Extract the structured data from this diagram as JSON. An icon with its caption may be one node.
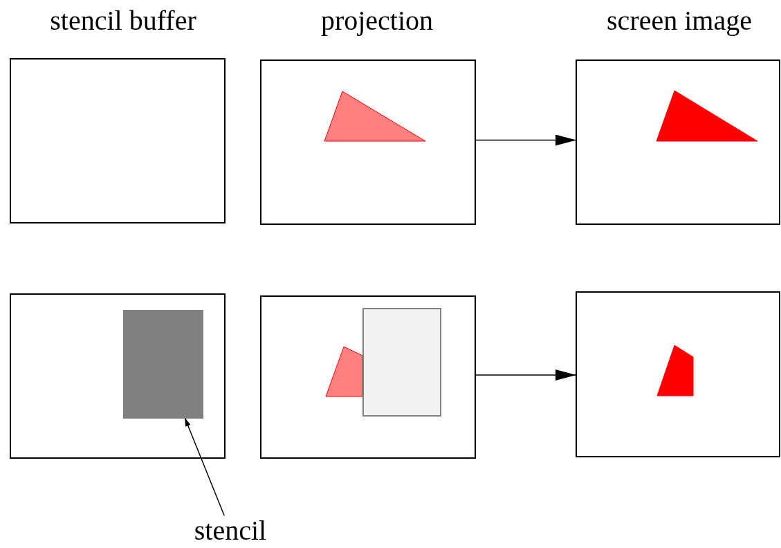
{
  "diagram": {
    "nodes": [
      {
        "text": [],
        "shape": "box"
      },
      {
        "text": [],
        "shape": "box"
      },
      {
        "text": [],
        "shape": "triangle",
        "in": 1
      },
      {
        "text": [],
        "shape": "box"
      },
      {
        "text": [],
        "shape": "triangle",
        "in": 3
      },
      {
        "text": [],
        "shape": "box"
      },
      {
        "text": [],
        "shape": "box",
        "in": 5
      },
      {
        "text": [],
        "shape": "box"
      },
      {
        "text": [],
        "shape": "triangle",
        "in": 7
      },
      {
        "text": [],
        "shape": "box",
        "in": 7
      },
      {
        "text": [],
        "shape": "box"
      },
      {
        "text": [],
        "shape": "polygon",
        "in": 10
      },
      {
        "text": [
          "stencil"
        ]
      }
    ],
    "edges": [
      {
        "from": 1,
        "to": 3,
        "arrow": "to"
      },
      {
        "from": 7,
        "to": 10,
        "arrow": "to"
      },
      {
        "from": 12,
        "to": 6,
        "arrow": "to"
      }
    ],
    "labels": [
      "stencil buffer",
      "projection",
      "screen image"
    ]
  }
}
